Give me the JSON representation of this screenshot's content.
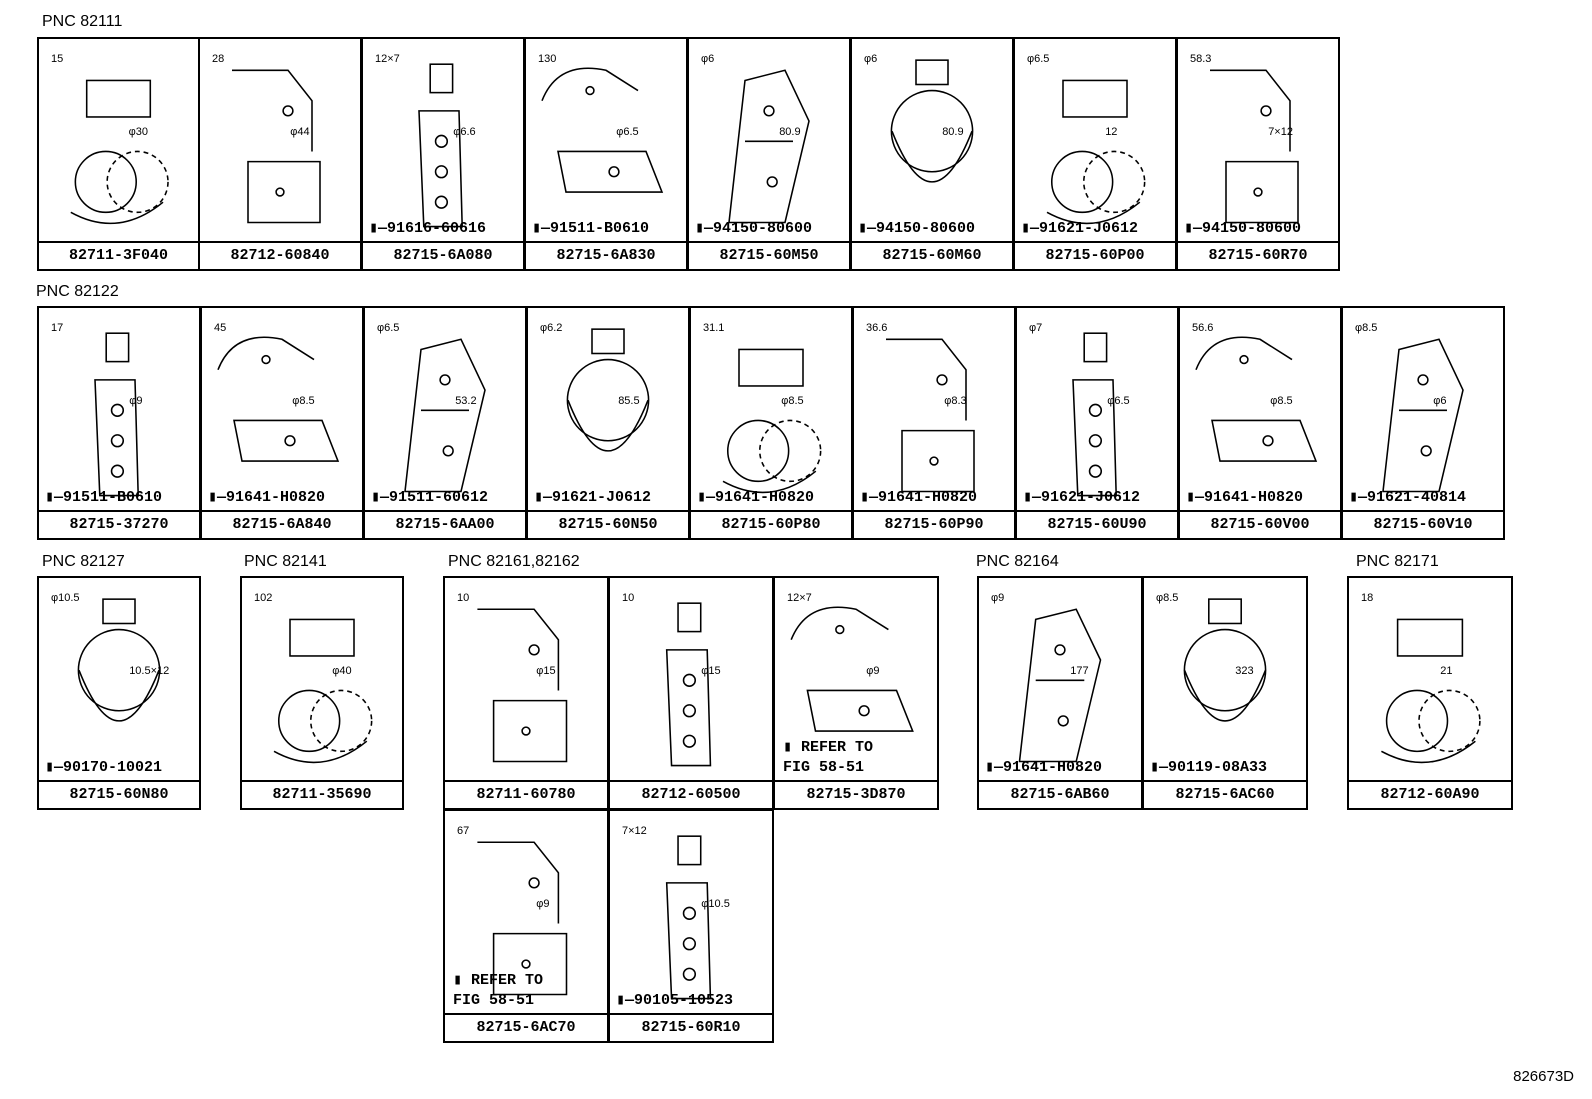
{
  "sections": [
    {
      "title": "PNC 82111"
    },
    {
      "title": "PNC 82122"
    },
    {
      "title": "PNC 82127"
    },
    {
      "title": "PNC 82141"
    },
    {
      "title": "PNC 82161,82162"
    },
    {
      "title": "PNC 82164"
    },
    {
      "title": "PNC 82171"
    }
  ],
  "cells": [
    {
      "part": "82711-3F040",
      "bolt": "",
      "dims": [
        "15",
        "φ30"
      ]
    },
    {
      "part": "82712-60840",
      "bolt": "",
      "dims": [
        "28",
        "φ44"
      ]
    },
    {
      "part": "82715-6A080",
      "bolt": "91616-60616",
      "dims": [
        "12×7",
        "φ6.6"
      ]
    },
    {
      "part": "82715-6A830",
      "bolt": "91511-B0610",
      "dims": [
        "130",
        "φ6.5"
      ]
    },
    {
      "part": "82715-60M50",
      "bolt": "94150-80600",
      "dims": [
        "φ6",
        "80.9"
      ]
    },
    {
      "part": "82715-60M60",
      "bolt": "94150-80600",
      "dims": [
        "φ6",
        "80.9"
      ]
    },
    {
      "part": "82715-60P00",
      "bolt": "91621-J0612",
      "dims": [
        "φ6.5",
        "12"
      ]
    },
    {
      "part": "82715-60R70",
      "bolt": "94150-80600",
      "dims": [
        "58.3",
        "7×12"
      ]
    },
    {
      "part": "82715-37270",
      "bolt": "91511-B0610",
      "dims": [
        "17",
        "φ9"
      ]
    },
    {
      "part": "82715-6A840",
      "bolt": "91641-H0820",
      "dims": [
        "45",
        "φ8.5"
      ]
    },
    {
      "part": "82715-6AA00",
      "bolt": "91511-60612",
      "dims": [
        "φ6.5",
        "53.2"
      ]
    },
    {
      "part": "82715-60N50",
      "bolt": "91621-J0612",
      "dims": [
        "φ6.2",
        "85.5"
      ]
    },
    {
      "part": "82715-60P80",
      "bolt": "91641-H0820",
      "dims": [
        "31.1",
        "φ8.5"
      ]
    },
    {
      "part": "82715-60P90",
      "bolt": "91641-H0820",
      "dims": [
        "36.6",
        "φ8.3"
      ]
    },
    {
      "part": "82715-60U90",
      "bolt": "91621-J0612",
      "dims": [
        "φ7",
        "φ6.5"
      ]
    },
    {
      "part": "82715-60V00",
      "bolt": "91641-H0820",
      "dims": [
        "56.6",
        "φ8.5"
      ]
    },
    {
      "part": "82715-60V10",
      "bolt": "91621-40814",
      "dims": [
        "φ8.5",
        "φ6"
      ]
    },
    {
      "part": "82715-60N80",
      "bolt": "90170-10021",
      "dims": [
        "φ10.5",
        "10.5×12"
      ]
    },
    {
      "part": "82711-35690",
      "bolt": "",
      "dims": [
        "102",
        "φ40"
      ]
    },
    {
      "part": "82711-60780",
      "bolt": "",
      "dims": [
        "10",
        "φ15"
      ]
    },
    {
      "part": "82712-60500",
      "bolt": "",
      "dims": [
        "10",
        "φ15"
      ]
    },
    {
      "part": "82715-3D870",
      "bolt": "",
      "refer": "REFER TO\nFIG 58-51",
      "dims": [
        "12×7",
        "φ9"
      ]
    },
    {
      "part": "82715-6AB60",
      "bolt": "91641-H0820",
      "dims": [
        "φ9",
        "177"
      ]
    },
    {
      "part": "82715-6AC60",
      "bolt": "90119-08A33",
      "dims": [
        "φ8.5",
        "323"
      ]
    },
    {
      "part": "82712-60A90",
      "bolt": "",
      "dims": [
        "18",
        "21"
      ]
    },
    {
      "part": "82715-6AC70",
      "bolt": "",
      "refer": "REFER TO\nFIG 58-51",
      "dims": [
        "67",
        "φ9"
      ]
    },
    {
      "part": "82715-60R10",
      "bolt": "90105-10523",
      "dims": [
        "7×12",
        "φ10.5"
      ]
    }
  ],
  "figure_code": "826673D"
}
